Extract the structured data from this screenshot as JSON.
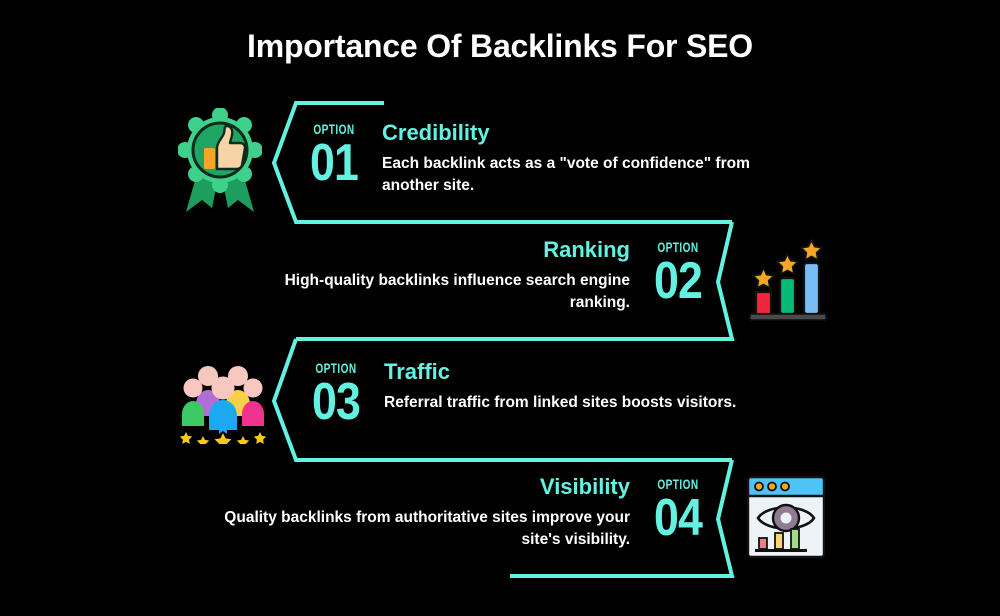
{
  "page": {
    "title": "Importance Of Backlinks For SEO",
    "background_color": "#000000",
    "accent_color": "#63F2E2",
    "text_color": "#FFFFFF"
  },
  "rows": [
    {
      "option_label": "OPTION",
      "option_number": "01",
      "heading": "Credibility",
      "body": "Each backlink acts as a \"vote of confidence\" from another site.",
      "icon_name": "award-badge-thumbs-up-icon",
      "icon_side": "left",
      "text_align": "left"
    },
    {
      "option_label": "OPTION",
      "option_number": "02",
      "heading": "Ranking",
      "body": "High-quality backlinks influence search engine ranking.",
      "icon_name": "bar-chart-stars-icon",
      "icon_side": "right",
      "text_align": "right"
    },
    {
      "option_label": "OPTION",
      "option_number": "03",
      "heading": "Traffic",
      "body": "Referral traffic from linked sites boosts visitors.",
      "icon_name": "people-group-stars-icon",
      "icon_side": "left",
      "text_align": "left"
    },
    {
      "option_label": "OPTION",
      "option_number": "04",
      "heading": "Visibility",
      "body": "Quality backlinks from authoritative sites improve your site's visibility.",
      "icon_name": "browser-eye-analytics-icon",
      "icon_side": "right",
      "text_align": "right"
    }
  ],
  "icon_colors": {
    "badge_outer": "#3FD18B",
    "badge_inner": "#1FA463",
    "badge_ribbon": "#1E9E5E",
    "thumb_skin": "#F8D3A8",
    "thumb_cuff": "#F5A623",
    "bar_red": "#F0263C",
    "bar_green": "#05B977",
    "bar_blue": "#79BDF5",
    "star_orange": "#F5A623",
    "person_green": "#3BC964",
    "person_purple": "#B06FD6",
    "person_blue": "#1CA9F0",
    "person_yellow": "#F7D046",
    "person_pink": "#F0328E",
    "person_skin": "#F8C8C0",
    "star_yellow": "#F7C91B",
    "browser_bar": "#4FC3F7",
    "browser_body": "#EDF3F6",
    "eye_iris": "#8E7C93",
    "mini_bar_red": "#F07D8A",
    "mini_bar_yellow": "#F5D76E",
    "mini_bar_green": "#A7D98C"
  }
}
